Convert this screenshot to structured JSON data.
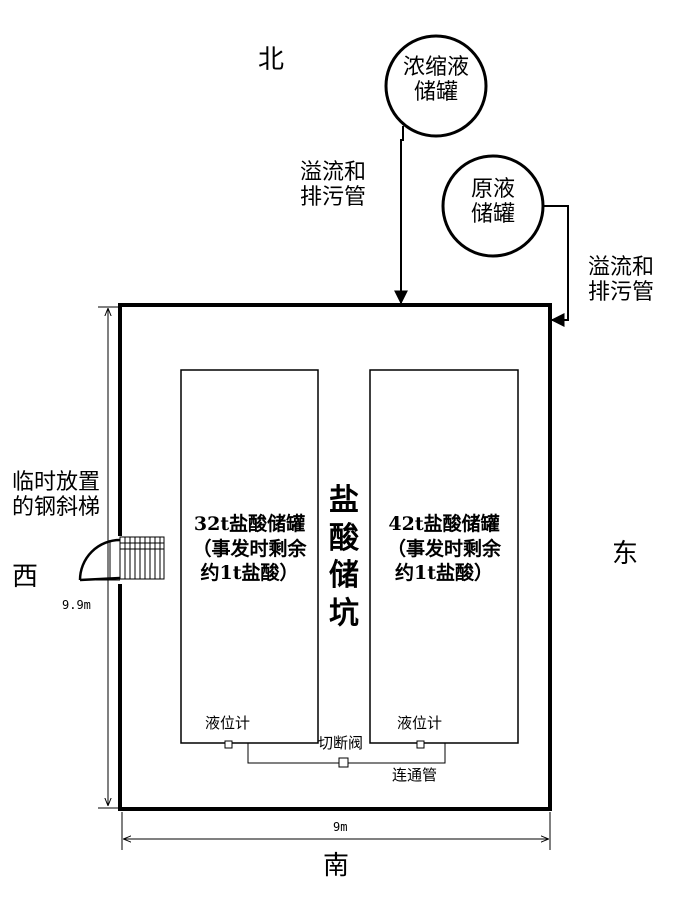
{
  "directions": {
    "north": "北",
    "south": "南",
    "west": "西",
    "east": "东"
  },
  "tanks_outside": {
    "concentrate_tank": [
      "浓缩液",
      "储罐"
    ],
    "raw_tank": [
      "原液",
      "储罐"
    ]
  },
  "pipes": {
    "overflow_left": [
      "溢流和",
      "排污管"
    ],
    "overflow_right": [
      "溢流和",
      "排污管"
    ]
  },
  "ladder_label": [
    "临时放置",
    "的钢斜梯"
  ],
  "pit_label": [
    "盐",
    "酸",
    "储",
    "坑"
  ],
  "tank_left": [
    "32t盐酸储罐",
    "（事发时剩余",
    "约1t盐酸）"
  ],
  "tank_right": [
    "42t盐酸储罐",
    "（事发时剩余",
    "约1t盐酸）"
  ],
  "level_gauge_left": "液位计",
  "level_gauge_right": "液位计",
  "cutoff_valve": "切断阀",
  "connecting_pipe": "连通管",
  "dimension_height": "9.9m",
  "dimension_width": "9m"
}
